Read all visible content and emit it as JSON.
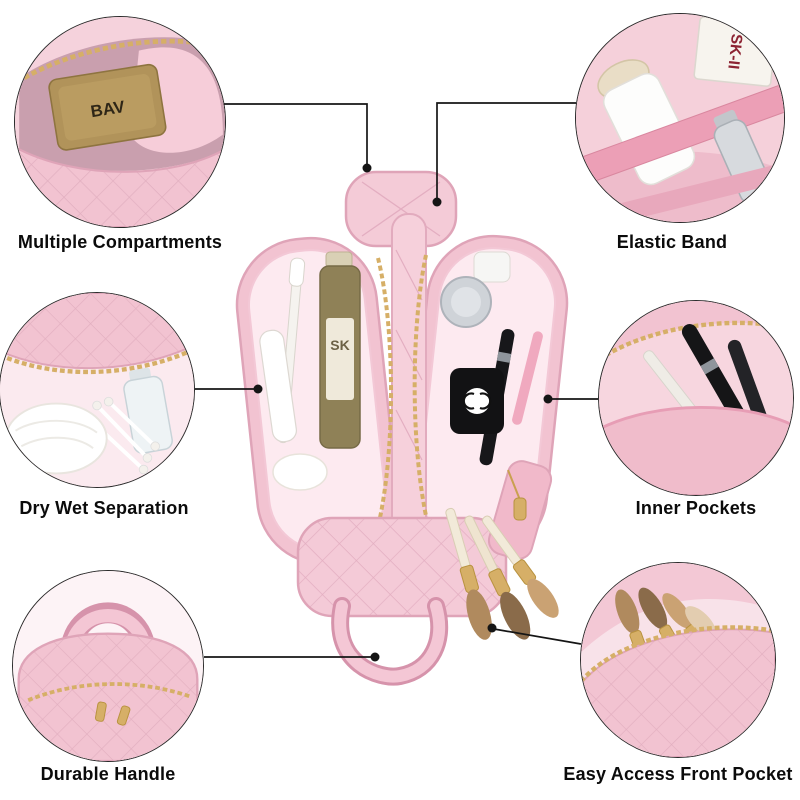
{
  "page": {
    "background": "#ffffff",
    "description": "Pink quilted cosmetic bag feature infographic"
  },
  "colors": {
    "bag_pink": "#f2c3d1",
    "lining_pink": "#fdeaf0",
    "accent_gold": "#d6af67",
    "connector_black": "#151515"
  },
  "center": {
    "bottle_label": "SK"
  },
  "callouts": [
    {
      "id": "multiple-compartments",
      "label": "Multiple Compartments",
      "inset_text": "BAV"
    },
    {
      "id": "elastic-band",
      "label": "Elastic Band",
      "inset_text": "SK-II"
    },
    {
      "id": "dry-wet-separation",
      "label": "Dry Wet Separation"
    },
    {
      "id": "inner-pockets",
      "label": "Inner Pockets"
    },
    {
      "id": "durable-handle",
      "label": "Durable Handle"
    },
    {
      "id": "easy-access-front-pocket",
      "label": "Easy Access Front Pocket"
    }
  ]
}
